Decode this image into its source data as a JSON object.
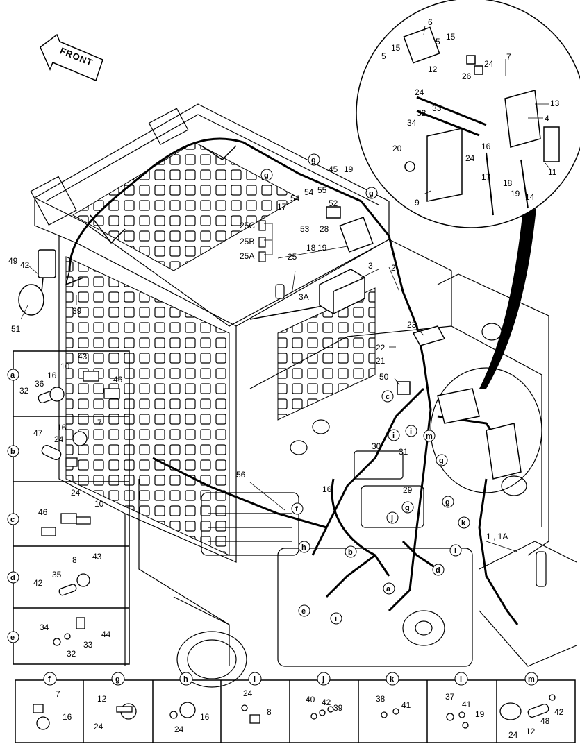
{
  "direction_arrow": {
    "label": "FRONT"
  },
  "callouts": {
    "c1": "1",
    "c1a": "1 , 1A",
    "c2": "2",
    "c3": "3",
    "c3a": "3A",
    "c4": "4",
    "c5a": "5",
    "c5b": "5",
    "c6": "6",
    "c7": "7",
    "c9": "9",
    "c11": "11",
    "c12": "12",
    "c13": "13",
    "c14": "14",
    "c15a": "15",
    "c15b": "15",
    "c16a": "16",
    "c17a": "17",
    "c17b": "17",
    "c18": "18",
    "c18b": "18",
    "c19a": "19",
    "c19b": "19",
    "c19c": "19",
    "c20": "20",
    "c21": "21",
    "c22": "22",
    "c23": "23",
    "c24a": "24",
    "c24b": "24",
    "c24c": "24",
    "c25": "25",
    "c25a": "25A",
    "c25b": "25B",
    "c25c": "25C",
    "c26": "26",
    "c28": "28",
    "c29": "29",
    "c30": "30",
    "c31": "31",
    "c32": "32",
    "c33": "33",
    "c34": "34",
    "c39": "39",
    "c42": "42",
    "c45": "45",
    "c49": "49",
    "c50": "50",
    "c51": "51",
    "c52": "52",
    "c53": "53",
    "c54a": "54",
    "c54b": "54",
    "c55": "55",
    "c56": "56"
  },
  "main_letters": {
    "g1": "g",
    "g2": "g",
    "g3": "g",
    "g4": "g",
    "g5": "g",
    "g6": "g",
    "c": "c",
    "i1": "i",
    "i2": "i",
    "i3": "i",
    "m": "m",
    "f": "f",
    "h": "h",
    "b": "b",
    "j": "j",
    "k": "k",
    "l": "l",
    "d": "d",
    "a": "a",
    "e": "e"
  },
  "side_panels": [
    {
      "letter": "a",
      "labels": [
        "43",
        "10",
        "16",
        "36",
        "32",
        "46"
      ]
    },
    {
      "letter": "b",
      "labels": [
        "16",
        "7",
        "47",
        "24"
      ]
    },
    {
      "letter": "c",
      "labels": [
        "24",
        "10",
        "46"
      ]
    },
    {
      "letter": "d",
      "labels": [
        "8",
        "43",
        "35",
        "42"
      ]
    },
    {
      "letter": "e",
      "labels": [
        "34",
        "44",
        "33",
        "32"
      ]
    }
  ],
  "bottom_panels": [
    {
      "letter": "f",
      "labels": [
        "7",
        "16"
      ]
    },
    {
      "letter": "g",
      "labels": [
        "12",
        "24"
      ]
    },
    {
      "letter": "h",
      "labels": [
        "16",
        "24"
      ]
    },
    {
      "letter": "i",
      "labels": [
        "24",
        "8"
      ]
    },
    {
      "letter": "j",
      "labels": [
        "40",
        "42",
        "39"
      ]
    },
    {
      "letter": "k",
      "labels": [
        "38",
        "41"
      ]
    },
    {
      "letter": "l",
      "labels": [
        "37",
        "41",
        "19"
      ]
    },
    {
      "letter": "m",
      "labels": [
        "42",
        "48",
        "24",
        "12"
      ]
    }
  ]
}
